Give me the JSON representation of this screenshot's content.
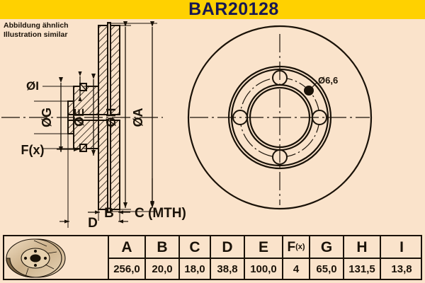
{
  "header": {
    "title": "BAR20128",
    "background_color": "#ffd100",
    "title_color": "#171753"
  },
  "page": {
    "background_color": "#fae3cb",
    "line_color": "#1a1208"
  },
  "notes": {
    "line1": "Abbildung ähnlich",
    "line2": "Illustration similar"
  },
  "drawing": {
    "section_view": {
      "name": "cross-section-view",
      "dimension_labels": [
        {
          "id": "dia-I",
          "label": "ØI"
        },
        {
          "id": "dia-G",
          "label": "ØG"
        },
        {
          "id": "dia-E",
          "label": "ØE"
        },
        {
          "id": "dia-H",
          "label": "ØH"
        },
        {
          "id": "dia-A",
          "label": "ØA"
        },
        {
          "id": "force-x",
          "label": "F(x)"
        },
        {
          "id": "dim-B",
          "label": "B"
        },
        {
          "id": "dim-C",
          "label": "C (MTH)"
        },
        {
          "id": "dim-D",
          "label": "D"
        }
      ]
    },
    "face_view": {
      "name": "front-face-view",
      "annotation": "Ø6,6",
      "bolt_hole_count": 4
    }
  },
  "table": {
    "icon_label": "brake-disc-illustration",
    "columns": [
      {
        "header": "A",
        "value": "256,0"
      },
      {
        "header": "B",
        "value": "20,0"
      },
      {
        "header": "C",
        "value": "18,0"
      },
      {
        "header": "D",
        "value": "38,8"
      },
      {
        "header": "E",
        "value": "100,0"
      },
      {
        "header": "F(x)",
        "header_main": "F",
        "header_sub": "(x)",
        "value": "4"
      },
      {
        "header": "G",
        "value": "65,0"
      },
      {
        "header": "H",
        "value": "131,5"
      },
      {
        "header": "I",
        "value": "13,8"
      }
    ]
  }
}
